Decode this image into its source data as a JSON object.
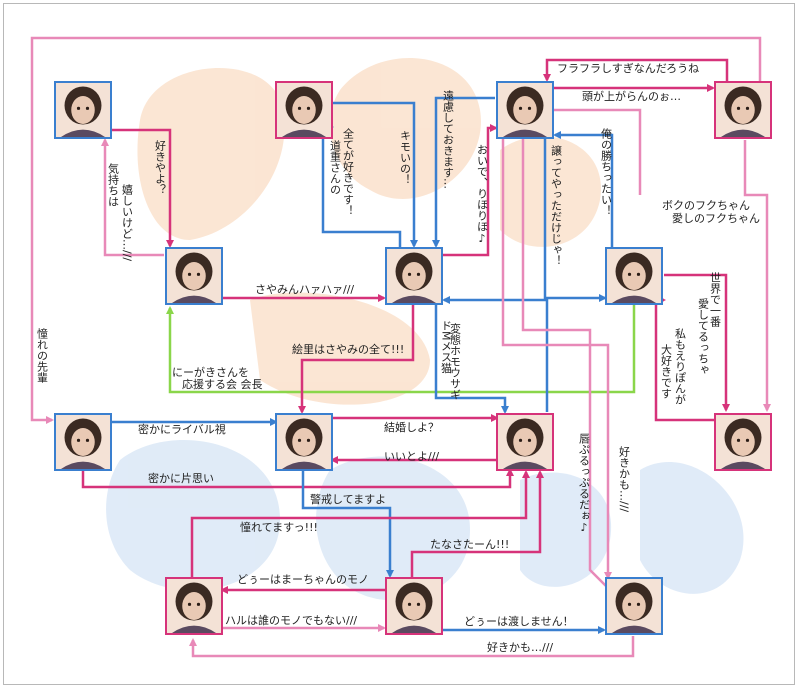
{
  "colors": {
    "pink": "#d6337a",
    "light_pink": "#e889b8",
    "blue": "#3a7fcf",
    "green": "#8ad64a",
    "bg_orange": "#fbe3cf",
    "bg_blue": "#dde9f7"
  },
  "nodes": [
    {
      "id": "n1",
      "frame": "blue"
    },
    {
      "id": "n2",
      "frame": "pink"
    },
    {
      "id": "n3",
      "frame": "blue"
    },
    {
      "id": "n4",
      "frame": "pink"
    },
    {
      "id": "n5",
      "frame": "blue"
    },
    {
      "id": "n6",
      "frame": "blue"
    },
    {
      "id": "n7",
      "frame": "blue"
    },
    {
      "id": "n8",
      "frame": "blue"
    },
    {
      "id": "n9",
      "frame": "pink"
    },
    {
      "id": "n10",
      "frame": "blue"
    },
    {
      "id": "n11",
      "frame": "pink"
    },
    {
      "id": "n12",
      "frame": "pink"
    },
    {
      "id": "n13",
      "frame": "blue"
    },
    {
      "id": "n14",
      "frame": "pink"
    }
  ],
  "labels": {
    "top_arrow": "フラフラしすぎなんだろうね",
    "atama": "頭が上がらんのぉ…",
    "bokuno": "ボクのフクちゃん",
    "itoshino": "愛しのフクちゃん",
    "enryo": "遠慮しておきます…",
    "oide": "おいで、りほりほ♪",
    "kimoi": "キモいの！",
    "zenbu": "全てが好きです！",
    "michishige": "道重さんの",
    "yuzutte": "譲ってやっただけじゃ！",
    "ore": "俺の勝ちったい！",
    "suki_yo": "好きやよ？",
    "ureshii": "嬉しいけど…///",
    "kimochi": "気持ちは",
    "sayamin": "さやみんハァハァ///",
    "sekaide": "世界で一番",
    "aishiteru": "愛してるっちゃ",
    "watashimo": "私もえりぽんが",
    "daisuki": "大好きです",
    "akogare_senpai": "憧れの先輩",
    "nigaki": "にーがきさんを",
    "ouen": "応援する会 会長",
    "eri": "絵里はさやみの全て!!!",
    "hentai": "変態ホモウサギ",
    "domesu": "ドMメス猫",
    "mimi": "唇ぷるっぷるだぉ♪",
    "sukikamo_v": "好きかも…///",
    "hisoka_rival": "密かにライバル視",
    "kekkon": "結婚しよ？",
    "iiyo": "いいとよ///",
    "hisoka_kata": "密かに片思い",
    "keikai": "警戒してますよ",
    "akogare_masu": "憧れてますっ!!!",
    "tanasata": "たなさたーん!!!",
    "dooo": "どぅーはまーちゃんのモノ",
    "haru": "ハルは誰のモノでもない///",
    "dooo_watashi": "どぅーは渡しません！",
    "sukikamo_h": "好きかも…///"
  }
}
